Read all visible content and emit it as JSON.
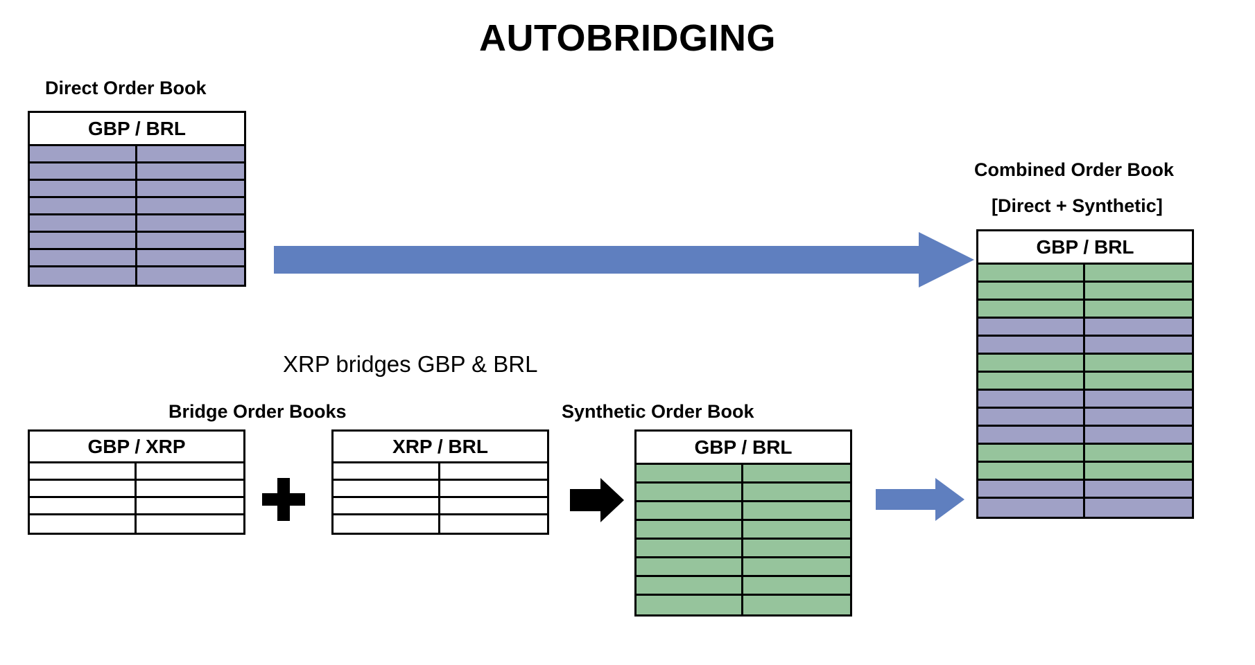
{
  "title": "AUTOBRIDGING",
  "colors": {
    "direct_fill": "#a0a1c6",
    "synthetic_fill": "#96c49c",
    "arrow_blue": "#5f7fbf",
    "arrow_black": "#000000",
    "border": "#000000",
    "background": "#ffffff"
  },
  "labels": {
    "direct_order_book": "Direct Order Book",
    "bridge_statement": "XRP bridges GBP & BRL",
    "bridge_order_books": "Bridge Order Books",
    "synthetic_order_book": "Synthetic Order Book",
    "combined_order_book": "Combined Order Book",
    "combined_order_book_sub": "[Direct + Synthetic]"
  },
  "books": {
    "direct": {
      "header": "GBP / BRL",
      "row_count": 8,
      "row_fills": [
        "purple",
        "purple",
        "purple",
        "purple",
        "purple",
        "purple",
        "purple",
        "purple"
      ],
      "columns": 2
    },
    "bridge_gbp_xrp": {
      "header": "GBP / XRP",
      "row_count": 4,
      "row_fills": [
        "white",
        "white",
        "white",
        "white"
      ],
      "columns": 2
    },
    "bridge_xrp_brl": {
      "header": "XRP / BRL",
      "row_count": 4,
      "row_fills": [
        "white",
        "white",
        "white",
        "white"
      ],
      "columns": 2
    },
    "synthetic": {
      "header": "GBP / BRL",
      "row_count": 8,
      "row_fills": [
        "green",
        "green",
        "green",
        "green",
        "green",
        "green",
        "green",
        "green"
      ],
      "columns": 2
    },
    "combined": {
      "header": "GBP / BRL",
      "row_count": 14,
      "row_fills": [
        "green",
        "green",
        "green",
        "purple",
        "purple",
        "green",
        "green",
        "purple",
        "purple",
        "purple",
        "green",
        "green",
        "purple",
        "purple"
      ],
      "columns": 2
    }
  },
  "operators": {
    "plus": "+",
    "arrow_direct_to_combined": "arrow-right",
    "arrow_bridge_to_synthetic": "arrow-right",
    "arrow_synthetic_to_combined": "arrow-right"
  }
}
